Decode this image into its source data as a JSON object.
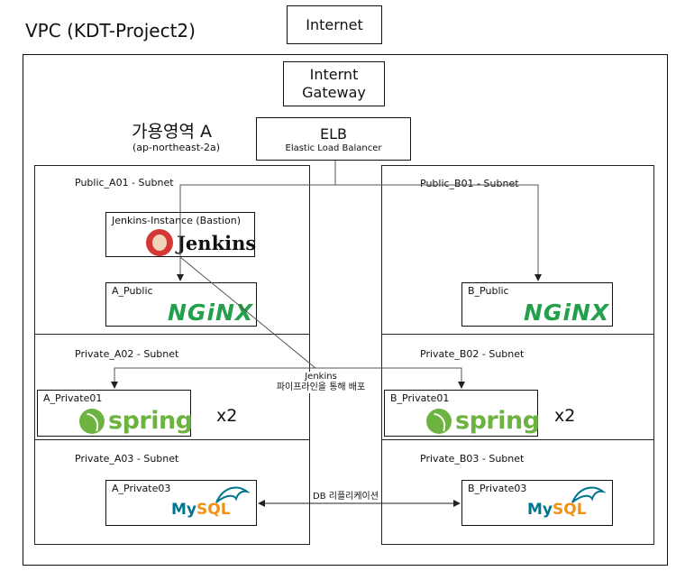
{
  "vpc_title": "VPC (KDT-Project2)",
  "internet": "Internet",
  "gateway": {
    "line1": "Internt",
    "line2": "Gateway"
  },
  "elb": {
    "title": "ELB",
    "subtitle": "Elastic Load Balancer"
  },
  "az": {
    "title": "가용영역 A",
    "region": "(ap-northeast-2a)"
  },
  "subnets": {
    "public_a": "Public_A01 - Subnet",
    "public_b": "Public_B01 - Subnet",
    "private_a02": "Private_A02 - Subnet",
    "private_b02": "Private_B02 - Subnet",
    "private_a03": "Private_A03 - Subnet",
    "private_b03": "Private_B03 - Subnet"
  },
  "instances": {
    "jenkins": "Jenkins-Instance (Bastion)",
    "a_public": "A_Public",
    "b_public": "B_Public",
    "a_private01": "A_Private01",
    "b_private01": "B_Private01",
    "a_private03": "A_Private03",
    "b_private03": "B_Private03"
  },
  "logos": {
    "jenkins": "Jenkins",
    "nginx": "NGiNX",
    "spring": "spring",
    "mysql_my": "My",
    "mysql_sql": "SQL"
  },
  "multipliers": {
    "a": "x2",
    "b": "x2"
  },
  "annotations": {
    "jenkins_line1": "Jenkins",
    "jenkins_line2": "파이프라인을 통해 배포",
    "db_replication": "DB 리플리케이션"
  },
  "colors": {
    "nginx": "#22a04a",
    "spring": "#6db33f",
    "mysql_blue": "#00758f",
    "mysql_orange": "#f29111",
    "jenkins_red": "#d33834"
  }
}
